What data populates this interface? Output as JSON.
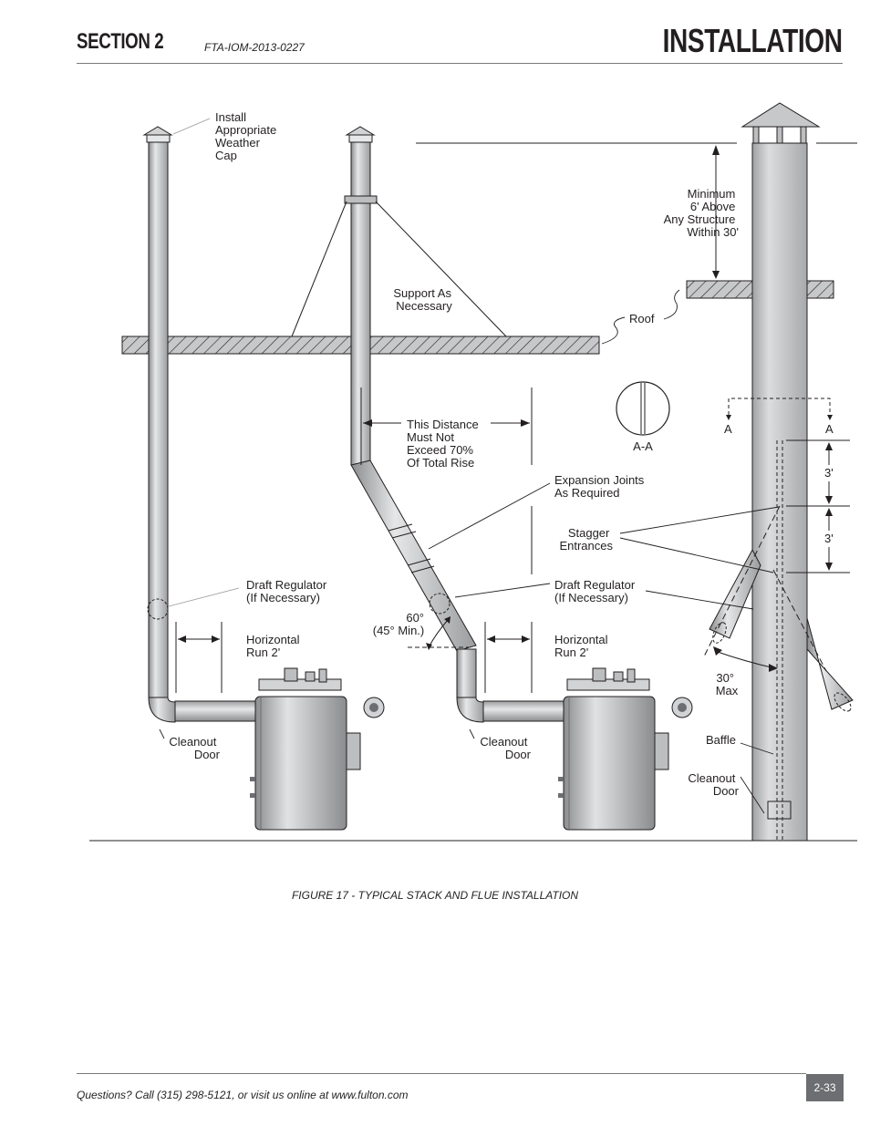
{
  "header": {
    "section": "SECTION 2",
    "doc_number": "FTA-IOM-2013-0227",
    "title": "INSTALLATION"
  },
  "figure": {
    "labels": {
      "weather_cap": [
        "Install",
        "Appropriate",
        "Weather",
        "Cap"
      ],
      "support": [
        "Support As",
        "Necessary"
      ],
      "roof": "Roof",
      "minimum": [
        "Minimum",
        "6' Above",
        "Any Structure",
        "Within 30'"
      ],
      "distance": [
        "This Distance",
        "Must Not",
        "Exceed 70%",
        "Of Total Rise"
      ],
      "expansion": [
        "Expansion Joints",
        "As Required"
      ],
      "stagger": [
        "Stagger",
        "Entrances"
      ],
      "draft_left": [
        "Draft Regulator",
        "(If Necessary)"
      ],
      "draft_right": [
        "Draft Regulator",
        "(If Necessary)"
      ],
      "horiz_left": [
        "Horizontal",
        "Run 2'"
      ],
      "horiz_right": [
        "Horizontal",
        "Run 2'"
      ],
      "angle": [
        "60°",
        "(45° Min.)"
      ],
      "cleanout_left": [
        "Cleanout",
        "Door"
      ],
      "cleanout_mid": [
        "Cleanout",
        "Door"
      ],
      "cleanout_right": [
        "Cleanout",
        "Door"
      ],
      "section_a_left": "A",
      "section_a_right": "A",
      "section_aa": "A-A",
      "three_ft_1": "3'",
      "three_ft_2": "3'",
      "thirty_deg": [
        "30°",
        "Max"
      ],
      "baffle": "Baffle"
    },
    "caption": "FIGURE 17 - TYPICAL STACK AND FLUE INSTALLATION"
  },
  "footer": {
    "contact": "Questions?  Call (315) 298-5121, or visit us online at  www.fulton.com",
    "page_number": "2-33"
  }
}
